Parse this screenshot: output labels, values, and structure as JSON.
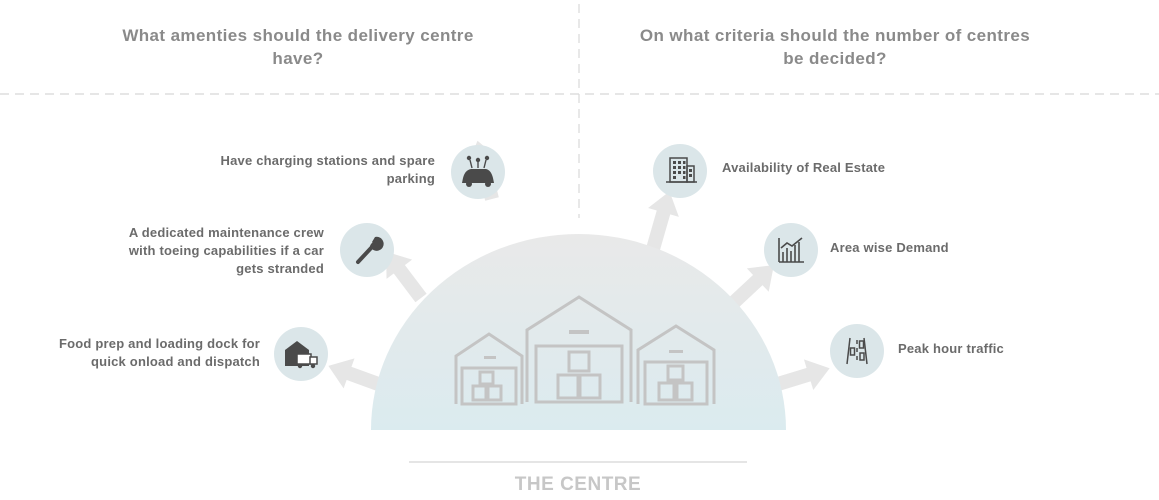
{
  "headings": {
    "left": "What amenties should the delivery centre have?",
    "right": "On what criteria should the number of centres be decided?"
  },
  "amenities": [
    {
      "label": "Have charging stations and spare parking",
      "icon": "car-charging-icon"
    },
    {
      "label": "A dedicated maintenance crew with toeing capabilities if a car gets stranded",
      "icon": "wrench-icon"
    },
    {
      "label": "Food prep and loading dock for quick onload and dispatch",
      "icon": "delivery-garage-icon"
    }
  ],
  "criteria": [
    {
      "label": "Availability of Real Estate",
      "icon": "building-icon"
    },
    {
      "label": "Area wise Demand",
      "icon": "bar-chart-icon"
    },
    {
      "label": "Peak hour traffic",
      "icon": "traffic-road-icon"
    }
  ],
  "centre": {
    "title": "THE CENTRE"
  },
  "colors": {
    "heading": "#8a8a8a",
    "label": "#6b6b6b",
    "icon_circle": "#dbe6e9",
    "arrow": "#e6e6e6",
    "dome_top": "#e9e9e9",
    "dome_bottom": "#dcecf0",
    "warehouse": "#c4c4c4"
  }
}
